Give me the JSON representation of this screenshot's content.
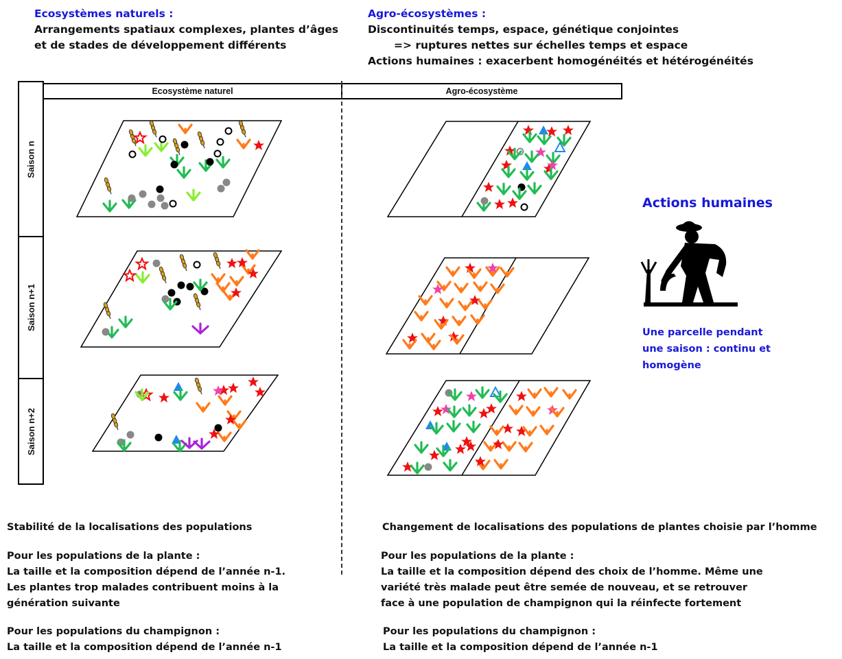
{
  "top": {
    "natural_title": "Ecosystèmes naturels :",
    "natural_lines": [
      "Arrangements spatiaux complexes, plantes d’âges",
      "et de stades de développement différents"
    ],
    "agro_title": "Agro-écosystèmes :",
    "agro_line1": "Discontinuités temps, espace, génétique conjointes",
    "agro_line2": "=> ruptures nettes sur échelles temps et espace",
    "agro_line3": "Actions humaines : exacerbent homogénéités et hétérogénéités"
  },
  "table": {
    "col_natural": "Ecosystème naturel",
    "col_agro": "Agro-écosystème",
    "rows": [
      "Saison n",
      "Saison n+1",
      "Saison n+2"
    ]
  },
  "right": {
    "actions_title": "Actions humaines",
    "parcel_lines": [
      "Une parcelle pendant",
      "une saison  : continu et",
      "homogène"
    ],
    "farmer_icon": "farmer-harvesting-icon"
  },
  "bottom_left": {
    "stability": "Stabilité de la localisations des populations",
    "plant_title": "Pour les populations de la plante :",
    "plant_lines": [
      "La taille et la composition  dépend de l’année n-1.",
      "Les plantes trop malades contribuent moins à la",
      "génération suivante"
    ],
    "fungus_title": "Pour les populations du champignon :",
    "fungus_line": "La taille et la composition  dépend de l’année n-1"
  },
  "bottom_right": {
    "change": "Changement de localisations des populations de plantes choisie par l’homme",
    "plant_title": "Pour les populations de la plante :",
    "plant_lines": [
      "La taille et la composition  dépend des choix de l’homme. Même une",
      "variété très malade peut être semée de nouveau, et se retrouver",
      "face à une population de champignon qui la réinfecte fortement"
    ],
    "fungus_title": "Pour les populations du champignon :",
    "fungus_line": "La taille et la composition  dépend de l’année n-1"
  },
  "colors": {
    "heading_blue": "#1818d8",
    "plant_green": "#22bb55",
    "light_green": "#88ee33",
    "orange": "#ff7a1a",
    "red_star": "#ee1111",
    "pink_star": "#ee44aa",
    "blue_triangle": "#2288ee",
    "purple": "#aa22dd",
    "wheat": "#d9a020",
    "gray_dot": "#888888"
  }
}
